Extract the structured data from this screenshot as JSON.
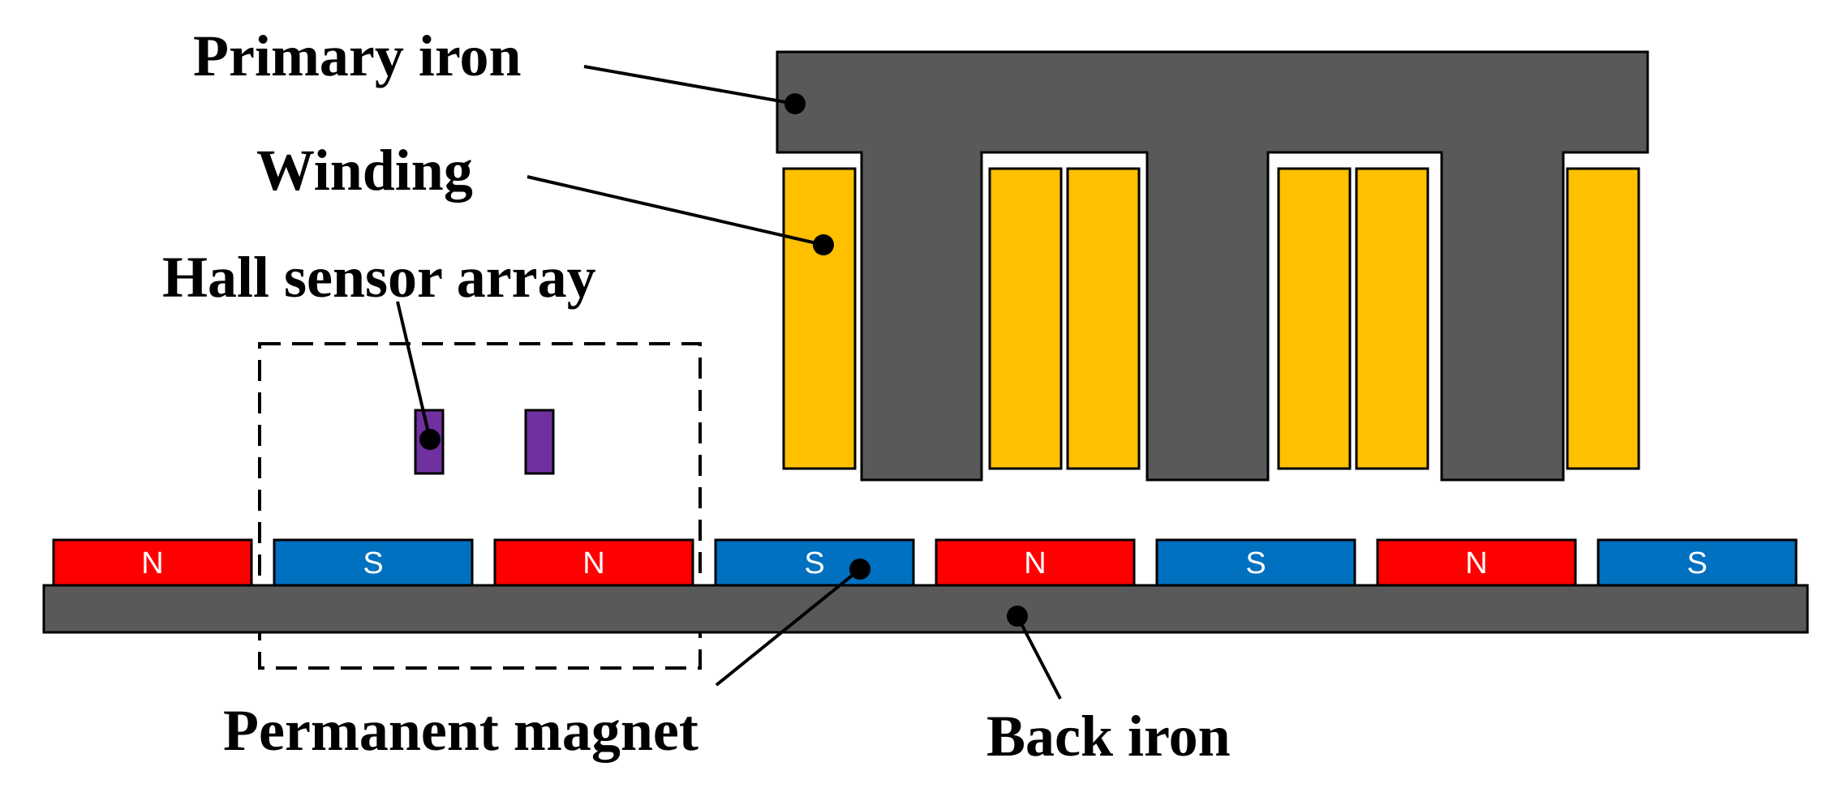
{
  "labels": {
    "primary_iron": "Primary iron",
    "winding": "Winding",
    "hall_sensor_array": "Hall sensor array",
    "permanent_magnet": "Permanent magnet",
    "back_iron": "Back iron"
  },
  "magnets": [
    {
      "pole": "N"
    },
    {
      "pole": "S"
    },
    {
      "pole": "N"
    },
    {
      "pole": "S"
    },
    {
      "pole": "N"
    },
    {
      "pole": "S"
    },
    {
      "pole": "N"
    },
    {
      "pole": "S"
    }
  ],
  "colors": {
    "iron": "#595959",
    "winding": "#FFC000",
    "magnet_n": "#FF0000",
    "magnet_s": "#0070C0",
    "hall_sensor": "#7030A0",
    "outline": "#000000",
    "background": "#FFFFFF"
  }
}
